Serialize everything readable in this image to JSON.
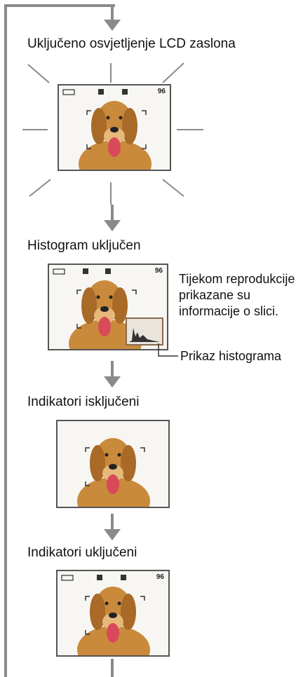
{
  "steps": {
    "lcd_backlight_label": "Uključeno osvjetljenje LCD zaslona",
    "histogram_on_label": "Histogram uključen",
    "indicators_off_label": "Indikatori isključeni",
    "indicators_on_label": "Indikatori uključeni"
  },
  "notes": {
    "playback_info": "Tijekom reprodukcije prikazane su informacije o slici.",
    "histogram_display": "Prikaz histograma"
  },
  "screen": {
    "image_count": "96"
  },
  "colors": {
    "flow_line": "#8a8a8a",
    "dog_fur": "#c98a3c",
    "screen_border": "#555555"
  }
}
